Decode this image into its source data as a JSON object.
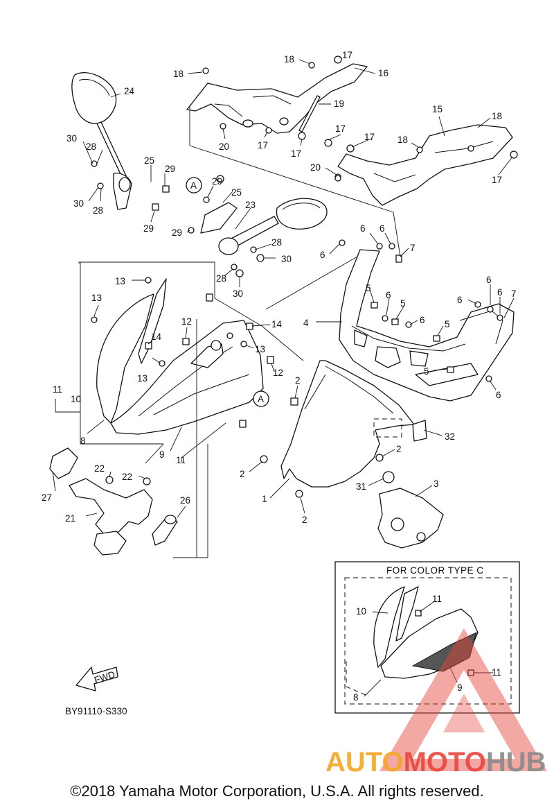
{
  "diagram": {
    "callouts": [
      {
        "id": "c24",
        "text": "24"
      },
      {
        "id": "c30a",
        "text": "30"
      },
      {
        "id": "c28a",
        "text": "28"
      },
      {
        "id": "c25a",
        "text": "25"
      },
      {
        "id": "c29a",
        "text": "29"
      },
      {
        "id": "c30b",
        "text": "30"
      },
      {
        "id": "c28b",
        "text": "28"
      },
      {
        "id": "c29b",
        "text": "29"
      },
      {
        "id": "c18a",
        "text": "18"
      },
      {
        "id": "c18b",
        "text": "18"
      },
      {
        "id": "c17a",
        "text": "17"
      },
      {
        "id": "c16",
        "text": "16"
      },
      {
        "id": "c19",
        "text": "19"
      },
      {
        "id": "c20a",
        "text": "20"
      },
      {
        "id": "c17b",
        "text": "17"
      },
      {
        "id": "c17c",
        "text": "17"
      },
      {
        "id": "c15",
        "text": "15"
      },
      {
        "id": "c18c",
        "text": "18"
      },
      {
        "id": "c17d",
        "text": "17"
      },
      {
        "id": "c17e",
        "text": "17"
      },
      {
        "id": "c18d",
        "text": "18"
      },
      {
        "id": "c20b",
        "text": "20"
      },
      {
        "id": "c17f",
        "text": "17"
      },
      {
        "id": "c29c",
        "text": "29"
      },
      {
        "id": "c25b",
        "text": "25"
      },
      {
        "id": "c23",
        "text": "23"
      },
      {
        "id": "c29d",
        "text": "29"
      },
      {
        "id": "c28c",
        "text": "28"
      },
      {
        "id": "c30c",
        "text": "30"
      },
      {
        "id": "c28d",
        "text": "28"
      },
      {
        "id": "c30d",
        "text": "30"
      },
      {
        "id": "c6a",
        "text": "6"
      },
      {
        "id": "c6b",
        "text": "6"
      },
      {
        "id": "c6c",
        "text": "6"
      },
      {
        "id": "c7a",
        "text": "7"
      },
      {
        "id": "c13a",
        "text": "13"
      },
      {
        "id": "c13b",
        "text": "13"
      },
      {
        "id": "c12a",
        "text": "12"
      },
      {
        "id": "c14a",
        "text": "14"
      },
      {
        "id": "c14b",
        "text": "14"
      },
      {
        "id": "c13c",
        "text": "13"
      },
      {
        "id": "c13d",
        "text": "13"
      },
      {
        "id": "c12b",
        "text": "12"
      },
      {
        "id": "c11a",
        "text": "11"
      },
      {
        "id": "c10a",
        "text": "10"
      },
      {
        "id": "c8a",
        "text": "8"
      },
      {
        "id": "c9a",
        "text": "9"
      },
      {
        "id": "c11b",
        "text": "11"
      },
      {
        "id": "c5a",
        "text": "5"
      },
      {
        "id": "c6d",
        "text": "6"
      },
      {
        "id": "c5b",
        "text": "5"
      },
      {
        "id": "c6e",
        "text": "6"
      },
      {
        "id": "c4",
        "text": "4"
      },
      {
        "id": "c6f",
        "text": "6"
      },
      {
        "id": "c6g",
        "text": "6"
      },
      {
        "id": "c6h",
        "text": "6"
      },
      {
        "id": "c7b",
        "text": "7"
      },
      {
        "id": "c5c",
        "text": "5"
      },
      {
        "id": "c5d",
        "text": "5"
      },
      {
        "id": "c6i",
        "text": "6"
      },
      {
        "id": "c2a",
        "text": "2"
      },
      {
        "id": "c32",
        "text": "32"
      },
      {
        "id": "c2b",
        "text": "2"
      },
      {
        "id": "c2c",
        "text": "2"
      },
      {
        "id": "c1",
        "text": "1"
      },
      {
        "id": "c2d",
        "text": "2"
      },
      {
        "id": "c31",
        "text": "31"
      },
      {
        "id": "c3",
        "text": "3"
      },
      {
        "id": "c27",
        "text": "27"
      },
      {
        "id": "c22a",
        "text": "22"
      },
      {
        "id": "c22b",
        "text": "22"
      },
      {
        "id": "c21",
        "text": "21"
      },
      {
        "id": "c26",
        "text": "26"
      },
      {
        "id": "c11c",
        "text": "11"
      },
      {
        "id": "c10b",
        "text": "10"
      },
      {
        "id": "c11d",
        "text": "11"
      },
      {
        "id": "c9b",
        "text": "9"
      },
      {
        "id": "c8b",
        "text": "8"
      }
    ],
    "ref_marks": [
      "A",
      "A"
    ],
    "inset_title": "FOR COLOR TYPE C",
    "fwd_label": "FWD",
    "diagram_code": "BY91110-S330"
  },
  "watermark": {
    "part1": "AUTO",
    "part2": "MOTO",
    "part3": "HUB",
    "colors": {
      "orange": "#f5a623",
      "red": "#e8463c",
      "gray": "#8a8a8a",
      "triangle": "#e8463c"
    }
  },
  "copyright": "©2018 Yamaha Motor Corporation, U.S.A. All rights reserved."
}
